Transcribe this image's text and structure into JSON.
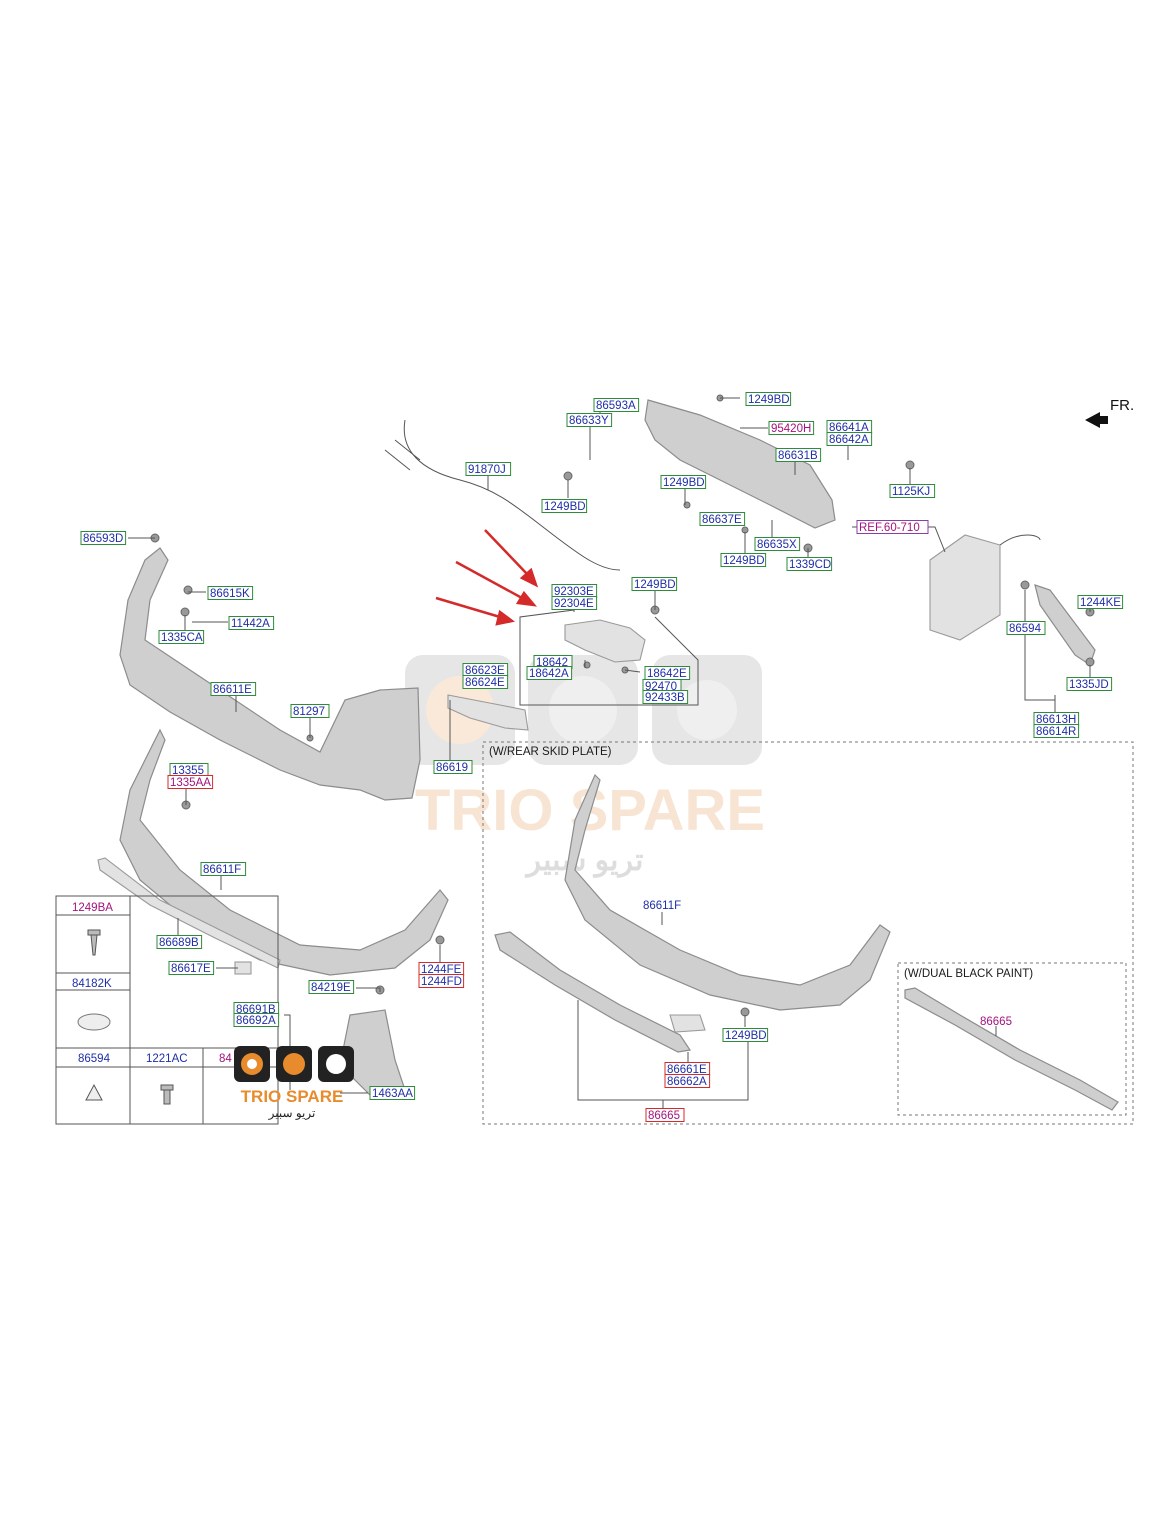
{
  "orientation_label": "FR.",
  "groups": {
    "rear_skid_plate": "(W/REAR SKID PLATE)",
    "dual_black_paint": "(W/DUAL BLACK PAINT)"
  },
  "watermark": {
    "brand": "TRIO SPARE",
    "brand_arabic": "تريو سبير"
  },
  "parts": [
    {
      "id": "86593A",
      "t": "86593A",
      "box": "green",
      "c": "blue"
    },
    {
      "id": "86633Y",
      "t": "86633Y",
      "box": "green",
      "c": "blue"
    },
    {
      "id": "1249BD_a",
      "t": "1249BD",
      "box": "green",
      "c": "blue"
    },
    {
      "id": "95420H",
      "t": "95420H",
      "box": "green",
      "c": "mag"
    },
    {
      "id": "86641A",
      "t": "86641A",
      "box": "green",
      "c": "blue"
    },
    {
      "id": "86642A",
      "t": "86642A",
      "box": "green",
      "c": "blue"
    },
    {
      "id": "86631B",
      "t": "86631B",
      "box": "green",
      "c": "blue"
    },
    {
      "id": "1125KJ",
      "t": "1125KJ",
      "box": "green",
      "c": "blue"
    },
    {
      "id": "91870J",
      "t": "91870J",
      "box": "green",
      "c": "blue"
    },
    {
      "id": "1249BD_b",
      "t": "1249BD",
      "box": "green",
      "c": "blue"
    },
    {
      "id": "1249BD_c",
      "t": "1249BD",
      "box": "green",
      "c": "blue"
    },
    {
      "id": "86637E",
      "t": "86637E",
      "box": "green",
      "c": "blue"
    },
    {
      "id": "86635X",
      "t": "86635X",
      "box": "green",
      "c": "blue"
    },
    {
      "id": "1249BD_d",
      "t": "1249BD",
      "box": "green",
      "c": "blue"
    },
    {
      "id": "1339CD",
      "t": "1339CD",
      "box": "green",
      "c": "blue"
    },
    {
      "id": "REF60710",
      "t": "REF.60-710",
      "box": "purple",
      "c": "mag"
    },
    {
      "id": "86593D",
      "t": "86593D",
      "box": "green",
      "c": "blue"
    },
    {
      "id": "86615K",
      "t": "86615K",
      "box": "green",
      "c": "blue"
    },
    {
      "id": "11442A",
      "t": "11442A",
      "box": "green",
      "c": "blue"
    },
    {
      "id": "1335CA",
      "t": "1335CA",
      "box": "green",
      "c": "blue"
    },
    {
      "id": "92303E",
      "t": "92303E",
      "box": "green",
      "c": "blue"
    },
    {
      "id": "92304E",
      "t": "92304E",
      "box": "green",
      "c": "blue"
    },
    {
      "id": "1249BD_e",
      "t": "1249BD",
      "box": "green",
      "c": "blue"
    },
    {
      "id": "1244KE",
      "t": "1244KE",
      "box": "green",
      "c": "blue"
    },
    {
      "id": "86594_a",
      "t": "86594",
      "box": "green",
      "c": "blue"
    },
    {
      "id": "1335JD",
      "t": "1335JD",
      "box": "green",
      "c": "blue"
    },
    {
      "id": "86613H",
      "t": "86613H",
      "box": "green",
      "c": "blue"
    },
    {
      "id": "86614R",
      "t": "86614R",
      "box": "green",
      "c": "blue"
    },
    {
      "id": "18642",
      "t": "18642",
      "box": "green",
      "c": "blue"
    },
    {
      "id": "18642A",
      "t": "18642A",
      "box": "green",
      "c": "blue"
    },
    {
      "id": "18642E",
      "t": "18642E",
      "box": "green",
      "c": "blue"
    },
    {
      "id": "92470",
      "t": "92470",
      "box": "green",
      "c": "blue"
    },
    {
      "id": "92433B",
      "t": "92433B",
      "box": "green",
      "c": "blue"
    },
    {
      "id": "86623E",
      "t": "86623E",
      "box": "green",
      "c": "blue"
    },
    {
      "id": "86624E",
      "t": "86624E",
      "box": "green",
      "c": "blue"
    },
    {
      "id": "86611E",
      "t": "86611E",
      "box": "green",
      "c": "blue"
    },
    {
      "id": "81297",
      "t": "81297",
      "box": "green",
      "c": "blue"
    },
    {
      "id": "86619",
      "t": "86619",
      "box": "green",
      "c": "blue"
    },
    {
      "id": "13355",
      "t": "13355",
      "box": "green",
      "c": "blue"
    },
    {
      "id": "1335AA",
      "t": "1335AA",
      "box": "red",
      "c": "mag"
    },
    {
      "id": "86611F_a",
      "t": "86611F",
      "box": "green",
      "c": "blue"
    },
    {
      "id": "86611F_b",
      "t": "86611F",
      "box": "none",
      "c": "blue"
    },
    {
      "id": "86689B",
      "t": "86689B",
      "box": "green",
      "c": "blue"
    },
    {
      "id": "86617E",
      "t": "86617E",
      "box": "green",
      "c": "blue"
    },
    {
      "id": "1244FE",
      "t": "1244FE",
      "box": "red",
      "c": "blue"
    },
    {
      "id": "1244FD",
      "t": "1244FD",
      "box": "red",
      "c": "blue"
    },
    {
      "id": "84219E",
      "t": "84219E",
      "box": "green",
      "c": "blue"
    },
    {
      "id": "86691B",
      "t": "86691B",
      "box": "green",
      "c": "blue"
    },
    {
      "id": "86692A",
      "t": "86692A",
      "box": "green",
      "c": "blue"
    },
    {
      "id": "1463AA",
      "t": "1463AA",
      "box": "green",
      "c": "blue"
    },
    {
      "id": "1249BD_f",
      "t": "1249BD",
      "box": "green",
      "c": "blue"
    },
    {
      "id": "86661E",
      "t": "86661E",
      "box": "red",
      "c": "blue"
    },
    {
      "id": "86662A",
      "t": "86662A",
      "box": "red",
      "c": "blue"
    },
    {
      "id": "86665_a",
      "t": "86665",
      "box": "red",
      "c": "mag"
    },
    {
      "id": "86665_b",
      "t": "86665",
      "box": "none",
      "c": "mag"
    },
    {
      "id": "t1249BA",
      "t": "1249BA",
      "box": "none",
      "c": "mag"
    },
    {
      "id": "t84182K",
      "t": "84182K",
      "box": "none",
      "c": "blue"
    },
    {
      "id": "t86594",
      "t": "86594",
      "box": "none",
      "c": "blue"
    },
    {
      "id": "t1221AC",
      "t": "1221AC",
      "box": "none",
      "c": "blue"
    },
    {
      "id": "t84",
      "t": "84",
      "box": "none",
      "c": "mag"
    }
  ]
}
